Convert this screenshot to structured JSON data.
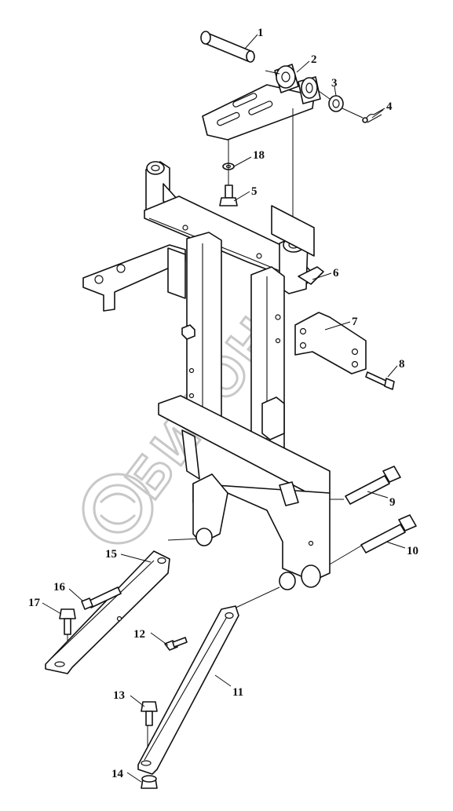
{
  "watermark": {
    "text": "БИЗОН"
  },
  "callouts": [
    {
      "id": "callout-1",
      "text": "1"
    },
    {
      "id": "callout-2",
      "text": "2"
    },
    {
      "id": "callout-3",
      "text": "3"
    },
    {
      "id": "callout-4",
      "text": "4"
    },
    {
      "id": "callout-5",
      "text": "5"
    },
    {
      "id": "callout-6",
      "text": "6"
    },
    {
      "id": "callout-7",
      "text": "7"
    },
    {
      "id": "callout-8",
      "text": "8"
    },
    {
      "id": "callout-9",
      "text": "9"
    },
    {
      "id": "callout-10",
      "text": "10"
    },
    {
      "id": "callout-11",
      "text": "11"
    },
    {
      "id": "callout-12",
      "text": "12"
    },
    {
      "id": "callout-13",
      "text": "13"
    },
    {
      "id": "callout-14",
      "text": "14"
    },
    {
      "id": "callout-15",
      "text": "15"
    },
    {
      "id": "callout-16",
      "text": "16"
    },
    {
      "id": "callout-17",
      "text": "17"
    },
    {
      "id": "callout-18",
      "text": "18"
    }
  ]
}
